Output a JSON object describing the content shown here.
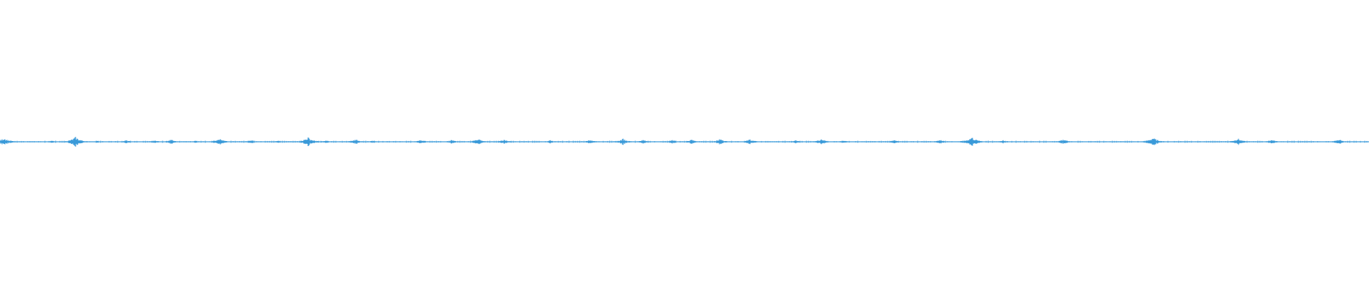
{
  "waveform": {
    "color": "#3a9ad9",
    "baseline_level": 0.0,
    "peak_levels": [
      0.03,
      0.05,
      0.04,
      0.06,
      0.05,
      0.07,
      0.04,
      0.06,
      0.05,
      0.08,
      0.12,
      0.1,
      0.09,
      0.08,
      0.07,
      0.11,
      0.1,
      0.06,
      0.07,
      0.06,
      0.08,
      0.06,
      0.1,
      0.16,
      0.13,
      0.09,
      0.1,
      0.15,
      0.18,
      0.06,
      0.09,
      0.14,
      0.17,
      0.1,
      0.08,
      0.07,
      0.12,
      0.09,
      0.12,
      0.18
    ],
    "burst_positions": [
      0.009,
      0.038,
      0.071,
      0.113,
      0.143,
      0.184,
      0.203,
      0.238,
      0.272,
      0.308,
      0.349,
      0.368,
      0.431,
      0.47,
      0.491,
      0.526,
      0.548,
      0.581,
      0.616,
      0.653,
      0.687,
      0.733,
      0.777,
      0.842,
      0.904,
      0.929,
      0.978,
      0.003,
      0.055,
      0.092,
      0.125,
      0.16,
      0.225,
      0.26,
      0.33,
      0.402,
      0.455,
      0.505,
      0.6,
      0.71
    ]
  }
}
